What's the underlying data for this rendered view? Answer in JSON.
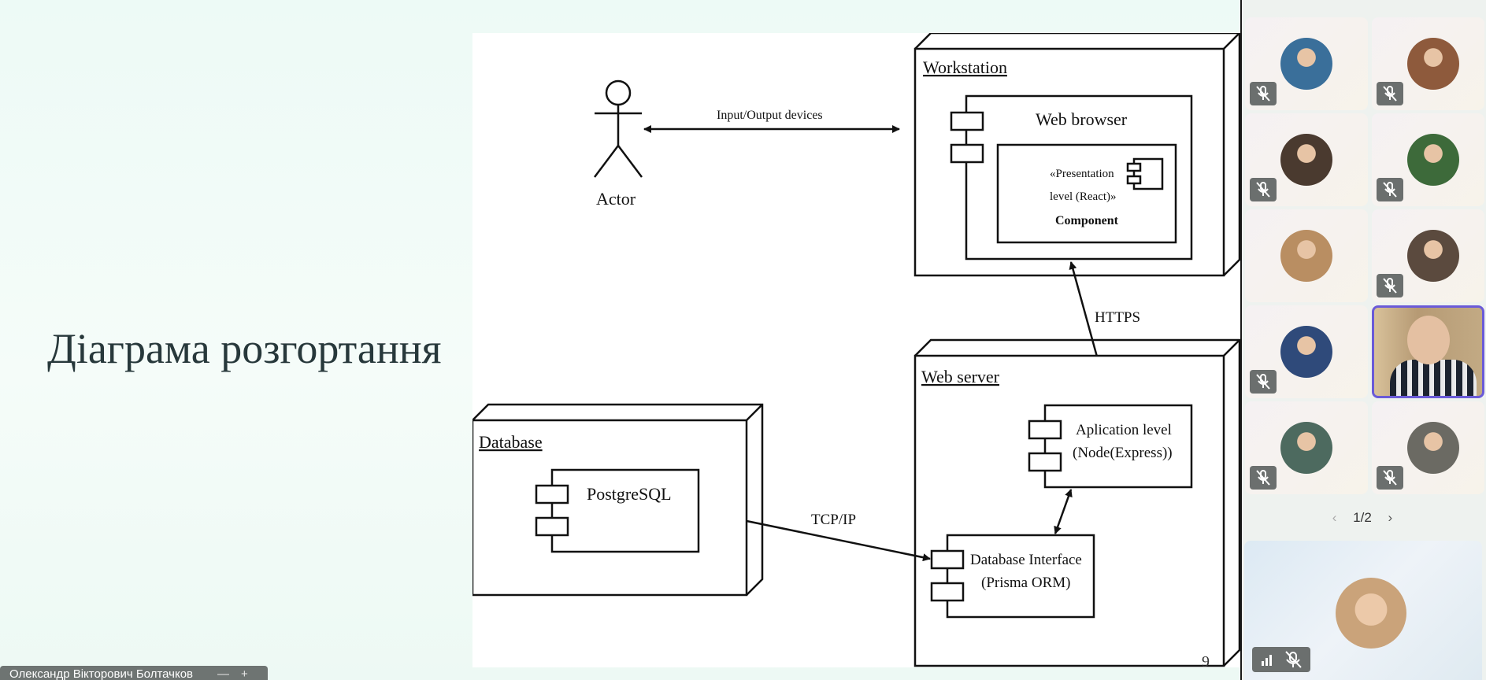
{
  "slide": {
    "title": "Діаграма розгортання",
    "page_number": "9",
    "diagram": {
      "actor_label": "Actor",
      "io_label": "Input/Output devices",
      "workstation": "Workstation",
      "web_browser": "Web browser",
      "presentation_line1": "«Presentation",
      "presentation_line2": "level (React)»",
      "component": "Component",
      "https": "HTTPS",
      "web_server": "Web server",
      "app_line1": "Aplication level",
      "app_line2": "(Node(Express))",
      "dbi_line1": "Database Interface",
      "dbi_line2": "(Prisma ORM)",
      "tcpip": "TCP/IP",
      "database": "Database",
      "postgres": "PostgreSQL"
    }
  },
  "speaker_bar": {
    "name": "Олександр Вікторович Болтачков",
    "minimize": "—",
    "expand": "+"
  },
  "sidebar": {
    "pager": {
      "prev": "‹",
      "label": "1/2",
      "next": "›"
    },
    "participants": [
      {
        "avatar": "avatar-person-outdoor",
        "color": "#3a6f9a",
        "muted": true
      },
      {
        "avatar": "avatar-woman-redhair",
        "color": "#8e5a3c",
        "muted": true
      },
      {
        "avatar": "avatar-woman-dark",
        "color": "#4a3a2f",
        "muted": true
      },
      {
        "avatar": "avatar-woman-garden",
        "color": "#3d6a3a",
        "muted": true
      },
      {
        "avatar": "avatar-woman-glasses",
        "color": "#b98e62",
        "muted": false
      },
      {
        "avatar": "avatar-man-young",
        "color": "#5b4a3e",
        "muted": true
      },
      {
        "avatar": "avatar-man-cafe",
        "color": "#2f4a7a",
        "muted": true
      },
      {
        "avatar": "avatar-man-headset-video",
        "color": "#1f2a3b",
        "muted": false,
        "active": true
      },
      {
        "avatar": "avatar-man-lake",
        "color": "#4d6a5f",
        "muted": true
      },
      {
        "avatar": "avatar-woman-hall",
        "color": "#6b6a63",
        "muted": true
      }
    ],
    "self": {
      "avatar": "avatar-self-woman",
      "color": "#caa37a"
    }
  }
}
